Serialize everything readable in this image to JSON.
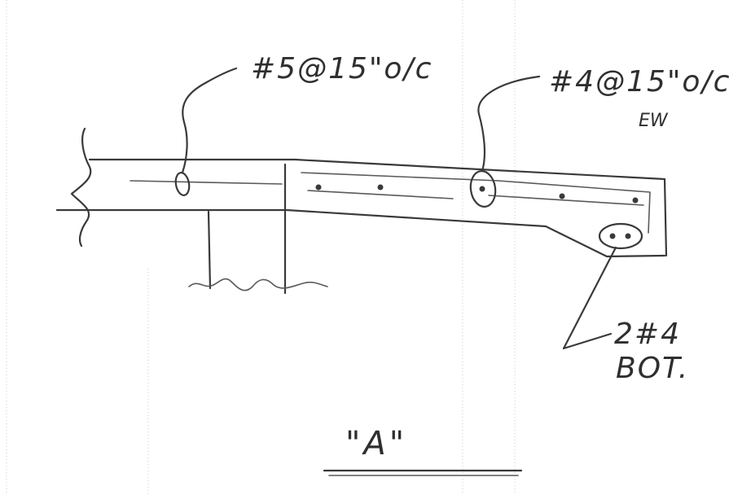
{
  "labels": {
    "top_bar_callout": "#5@15\"o/c",
    "slab_bar_callout": "#4@15\"o/c",
    "slab_bar_note": "EW",
    "bottom_bars_count": "2#4",
    "bottom_bars_note": "BOT.",
    "detail_mark": "\"A\""
  },
  "colors": {
    "pencil": "#3a3a3a",
    "paper": "#ffffff",
    "guide": "#c9c9c9"
  }
}
